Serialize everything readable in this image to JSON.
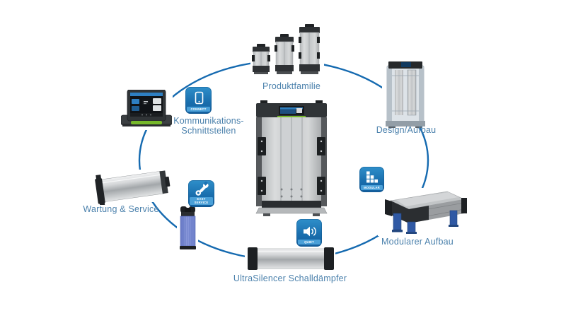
{
  "diagram": {
    "nodes": {
      "produktfamilie": {
        "label": "Produktfamilie"
      },
      "design": {
        "label": "Design/Aufbau"
      },
      "modular": {
        "label": "Modularer Aufbau",
        "badge": "MODULAR"
      },
      "silencer": {
        "label": "UltraSilencer Schalldämpfer",
        "badge": "QUIET"
      },
      "service": {
        "label": "Wartung & Service",
        "badge": "EASY SERVICE"
      },
      "communication": {
        "label_line1": "Kommunikations-",
        "label_line2": "Schnittstellen",
        "badge": "CONNECT"
      }
    },
    "colors": {
      "circle_blue": "#156ab0",
      "label_blue": "#4b81ac",
      "badge_blue": "#1b79bb",
      "badge_band_blue": "#4aa0d8",
      "green_accent": "#76b82a",
      "leg_blue": "#3059a4",
      "filter_blue": "#7787cf"
    }
  }
}
